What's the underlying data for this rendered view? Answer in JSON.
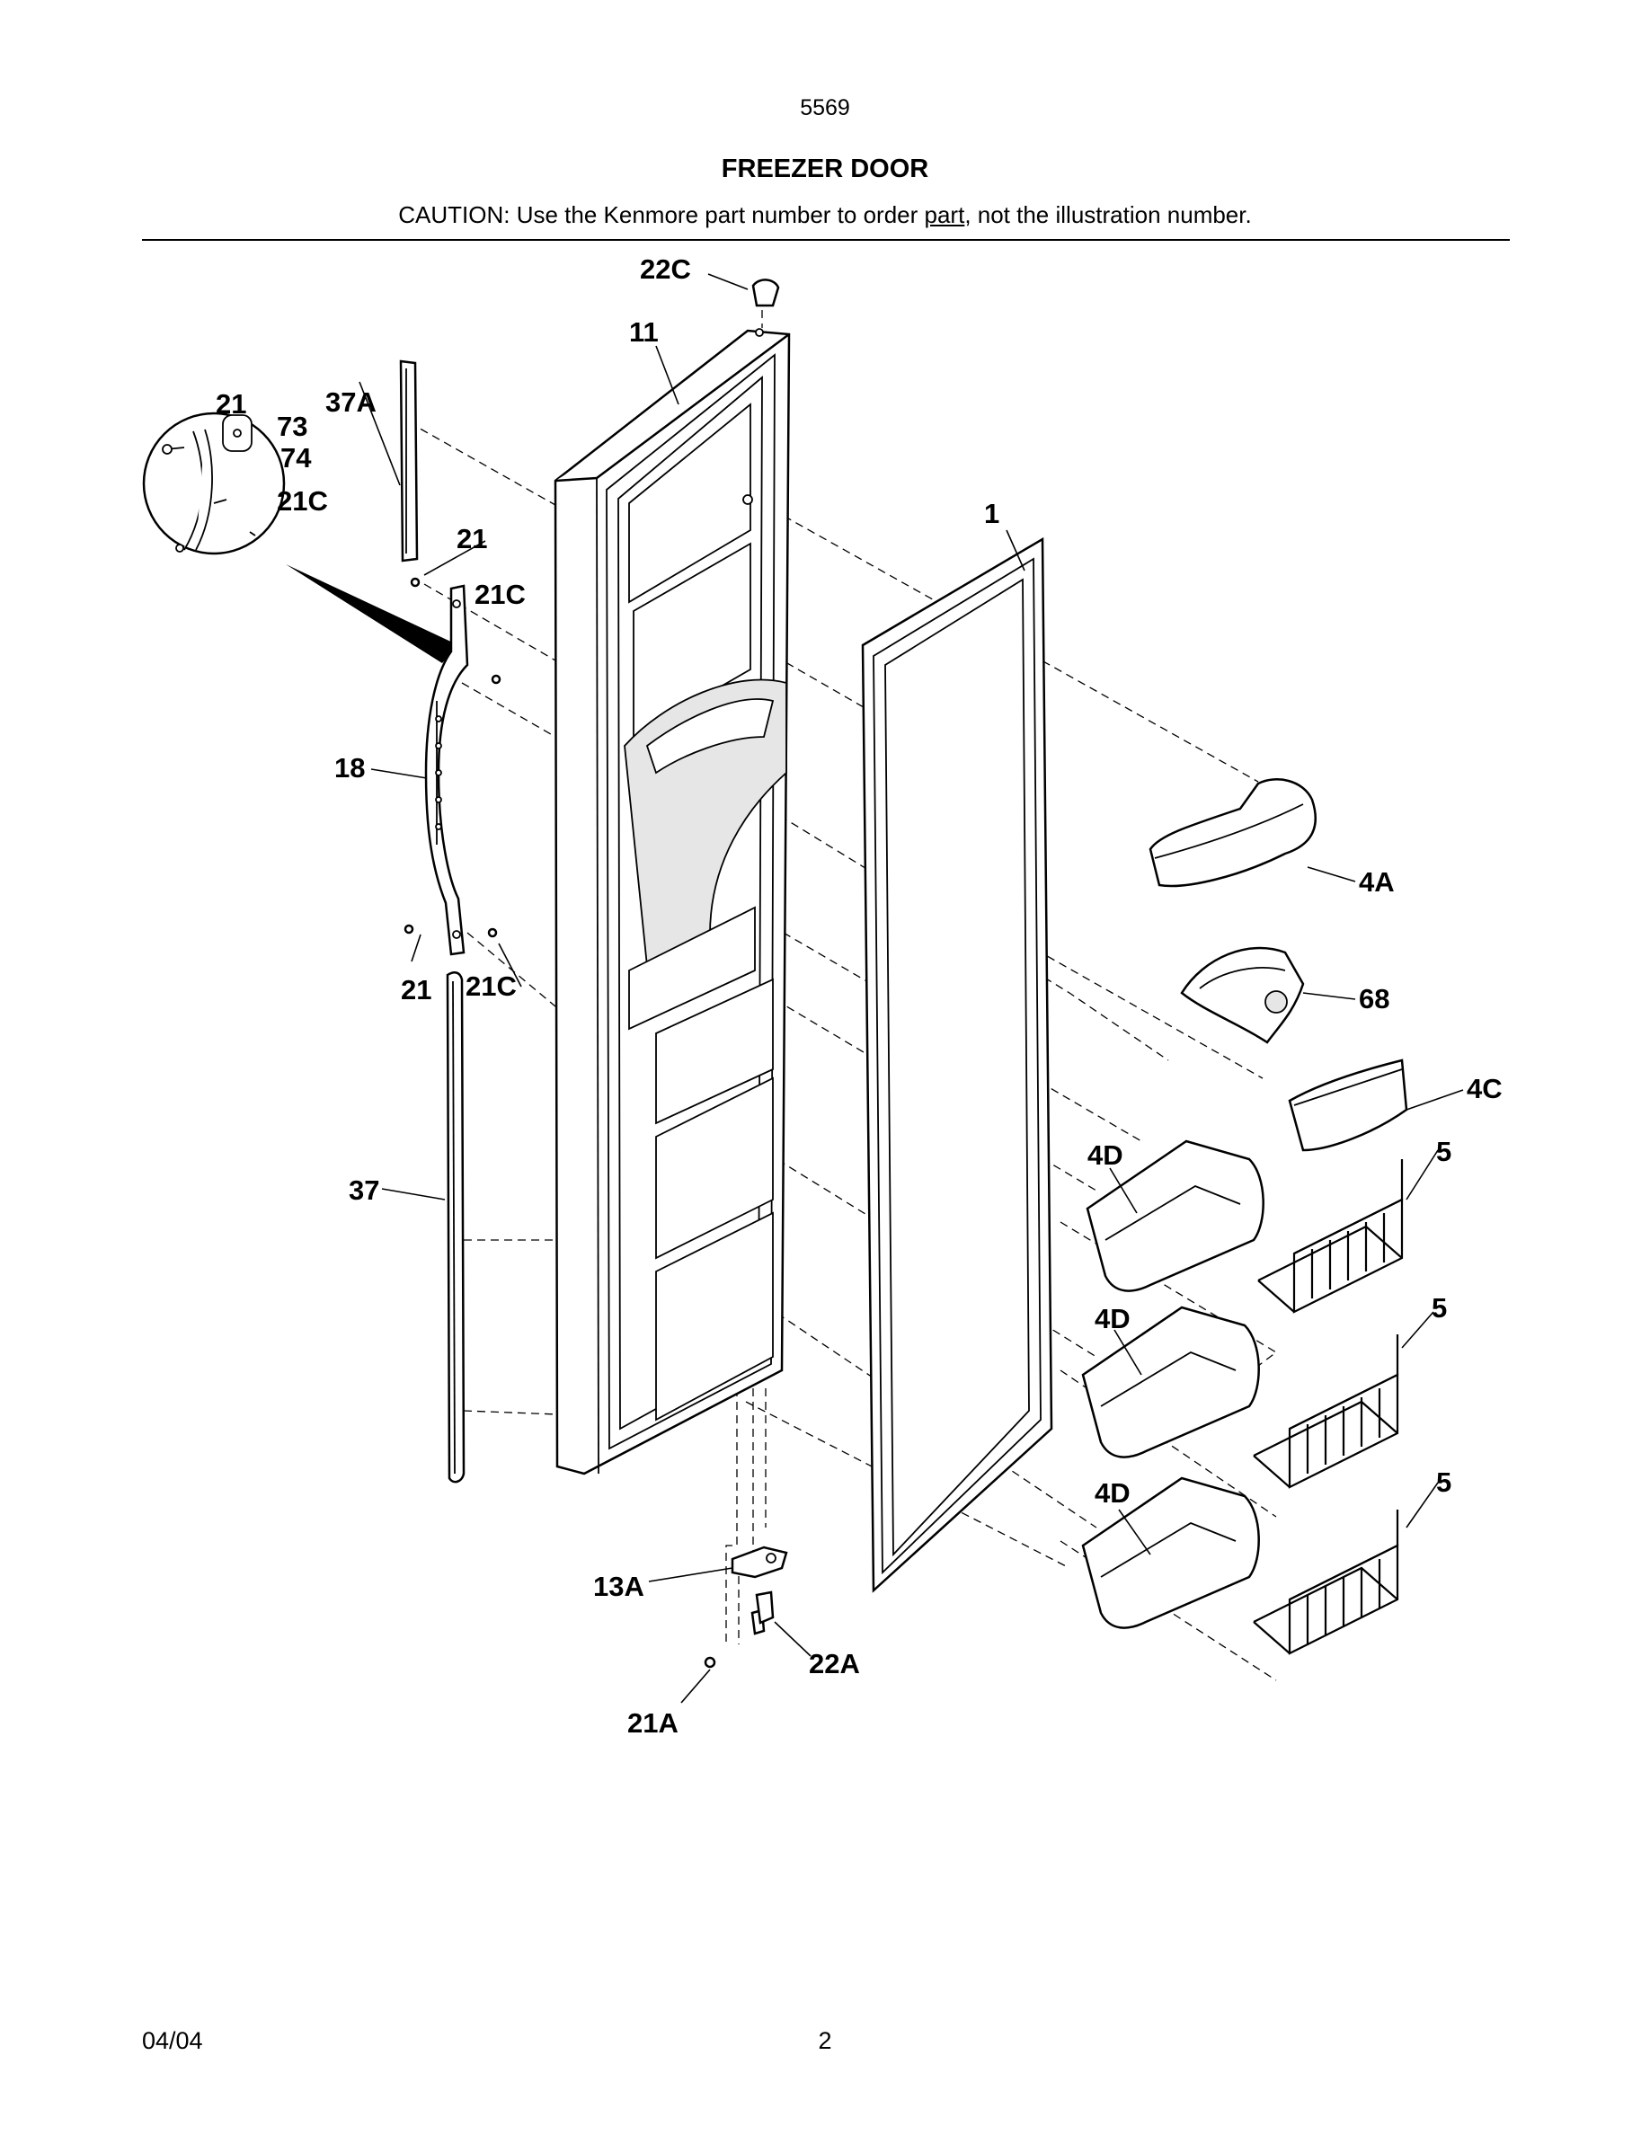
{
  "header": {
    "page_code": "5569",
    "title": "FREEZER DOOR",
    "caution_prefix": "CAUTION: Use the Kenmore part number to order ",
    "caution_underlined": "part",
    "caution_suffix": ", not the illustration number."
  },
  "labels": {
    "l22c": "22C",
    "l11": "11",
    "l21_detail": "21",
    "l37a": "37A",
    "l73": "73",
    "l74": "74",
    "l21c_detail": "21C",
    "l21_top": "21",
    "l21c_top": "21C",
    "l1": "1",
    "l18": "18",
    "l4a": "4A",
    "l21_bottom": "21",
    "l21c_bottom": "21C",
    "l68": "68",
    "l4c": "4C",
    "l4d_1": "4D",
    "l5_1": "5",
    "l37": "37",
    "l4d_2": "4D",
    "l5_2": "5",
    "l4d_3": "4D",
    "l5_3": "5",
    "l13a": "13A",
    "l22a": "22A",
    "l21a": "21A"
  },
  "footer": {
    "date": "04/04",
    "page": "2"
  }
}
